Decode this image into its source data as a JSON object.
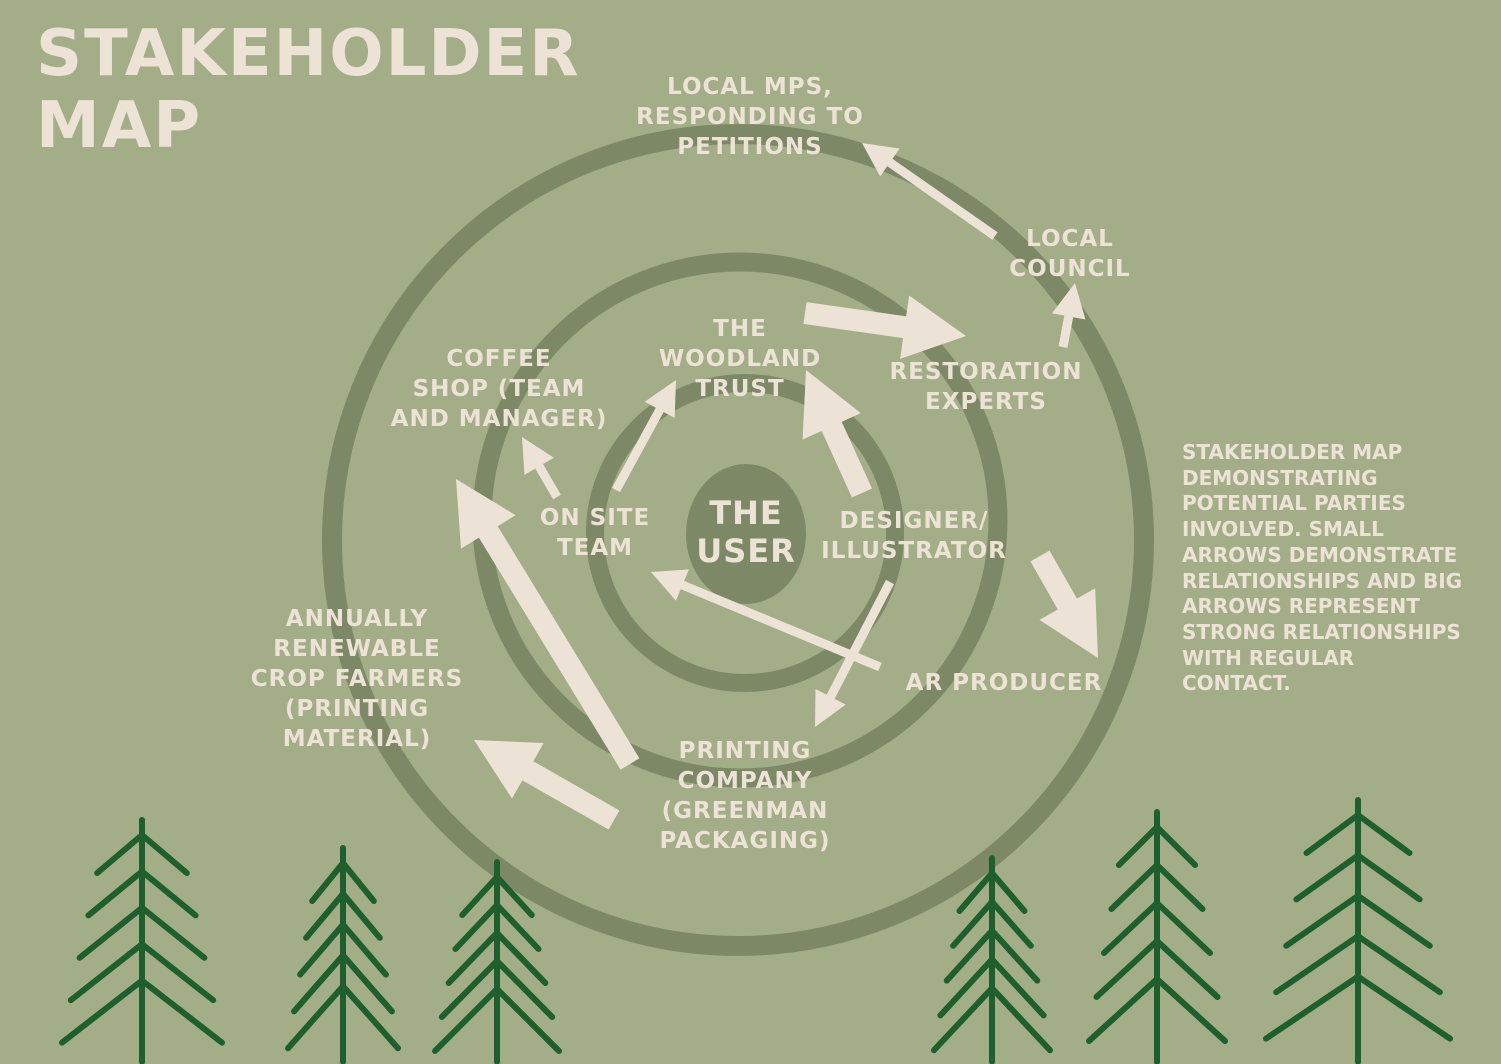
{
  "colors": {
    "background": "#a3ae88",
    "ring": "#7d8966",
    "text": "#ede2d6",
    "arrow": "#ede2d6",
    "tree": "#1f5e2d"
  },
  "title": [
    "STAKEHOLDER",
    "MAP"
  ],
  "center": [
    "THE",
    "USER"
  ],
  "stakeholders": {
    "local_mps": [
      "LOCAL MPS,",
      "RESPONDING TO",
      "PETITIONS"
    ],
    "local_council": [
      "LOCAL",
      "COUNCIL"
    ],
    "woodland_trust": [
      "THE",
      "WOODLAND",
      "TRUST"
    ],
    "restoration_experts": [
      "RESTORATION",
      "EXPERTS"
    ],
    "coffee_shop": [
      "COFFEE",
      "SHOP (TEAM",
      "AND MANAGER)"
    ],
    "on_site_team": [
      "ON SITE",
      "TEAM"
    ],
    "designer": [
      "DESIGNER/",
      "ILLUSTRATOR"
    ],
    "ar_producer": [
      "AR PRODUCER"
    ],
    "crop_farmers": [
      "ANNUALLY",
      "RENEWABLE",
      "CROP FARMERS",
      "(PRINTING",
      "MATERIAL)"
    ],
    "printing_company": [
      "PRINTING",
      "COMPANY",
      "(GREENMAN",
      "PACKAGING)"
    ]
  },
  "description": [
    "STAKEHOLDER MAP",
    "DEMONSTRATING",
    "POTENTIAL PARTIES",
    "INVOLVED. SMALL",
    "ARROWS DEMONSTRATE",
    "RELATIONSHIPS AND BIG",
    "ARROWS REPRESENT",
    "STRONG RELATIONSHIPS",
    "WITH REGULAR",
    "CONTACT."
  ],
  "relationships": [
    {
      "from": "local_council",
      "to": "local_mps",
      "strength": "small"
    },
    {
      "from": "restoration_experts",
      "to": "local_council",
      "strength": "small"
    },
    {
      "from": "woodland_trust",
      "to": "restoration_experts",
      "strength": "big"
    },
    {
      "from": "designer",
      "to": "woodland_trust",
      "strength": "big"
    },
    {
      "from": "on_site_team",
      "to": "woodland_trust",
      "strength": "small"
    },
    {
      "from": "on_site_team",
      "to": "coffee_shop",
      "strength": "small"
    },
    {
      "from": "designer",
      "to": "ar_producer",
      "strength": "big"
    },
    {
      "from": "ar_producer",
      "to": "on_site_team",
      "strength": "small"
    },
    {
      "from": "designer",
      "to": "printing_company",
      "strength": "small"
    },
    {
      "from": "printing_company",
      "to": "on_site_team",
      "strength": "big"
    },
    {
      "from": "printing_company",
      "to": "crop_farmers",
      "strength": "big"
    }
  ]
}
